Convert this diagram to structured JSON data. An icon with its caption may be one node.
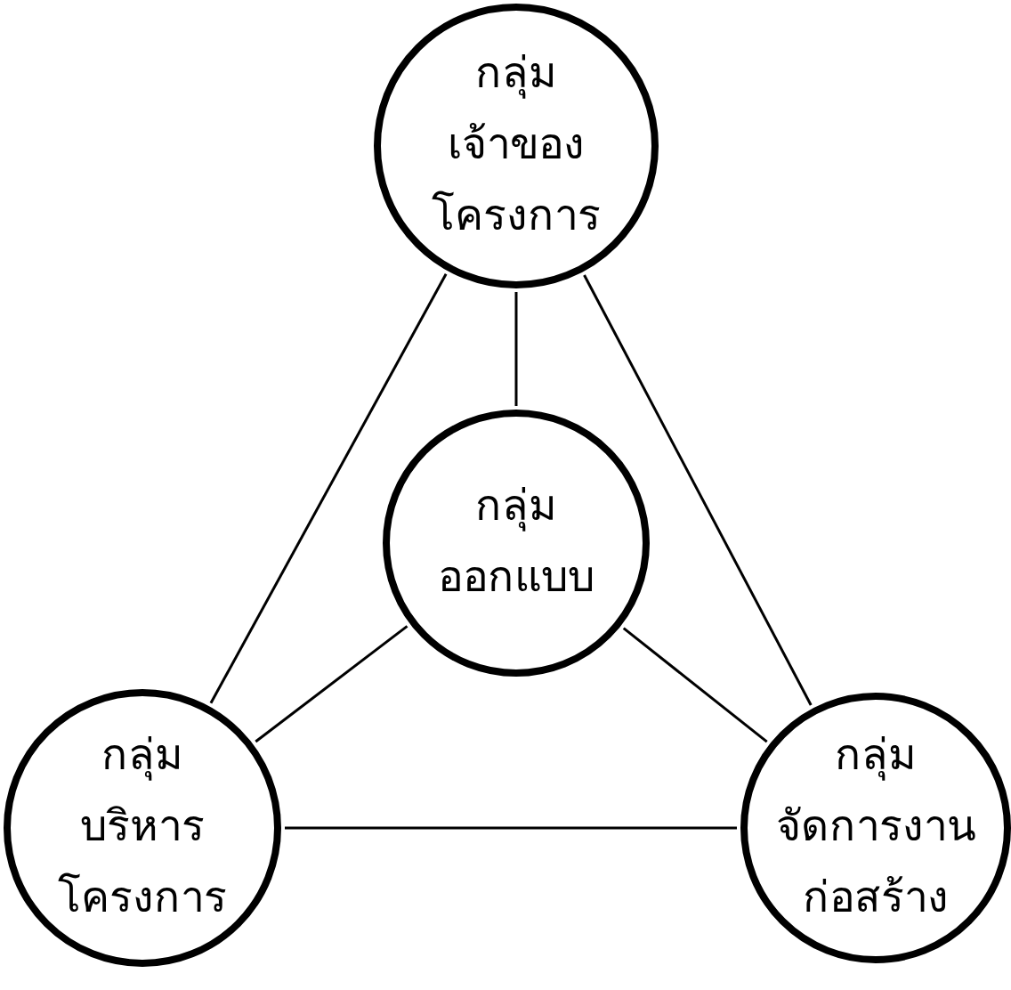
{
  "diagram": {
    "nodes": [
      {
        "text": [
          "กลุ่ม เจ้าของ โครงการ"
        ]
      },
      {
        "text": [
          "กลุ่ม ออกแบบ"
        ]
      },
      {
        "text": [
          "กลุ่ม บริหาร โครงการ"
        ]
      },
      {
        "text": [
          "กลุ่ม จัดการงาน ก่อสร้าง"
        ]
      }
    ],
    "edges": [
      {
        "from": 0,
        "to": 1,
        "arrow": "none"
      },
      {
        "from": 0,
        "to": 2,
        "arrow": "none"
      },
      {
        "from": 0,
        "to": 3,
        "arrow": "none"
      },
      {
        "from": 1,
        "to": 2,
        "arrow": "none"
      },
      {
        "from": 1,
        "to": 3,
        "arrow": "none"
      },
      {
        "from": 2,
        "to": 3,
        "arrow": "none"
      }
    ]
  }
}
